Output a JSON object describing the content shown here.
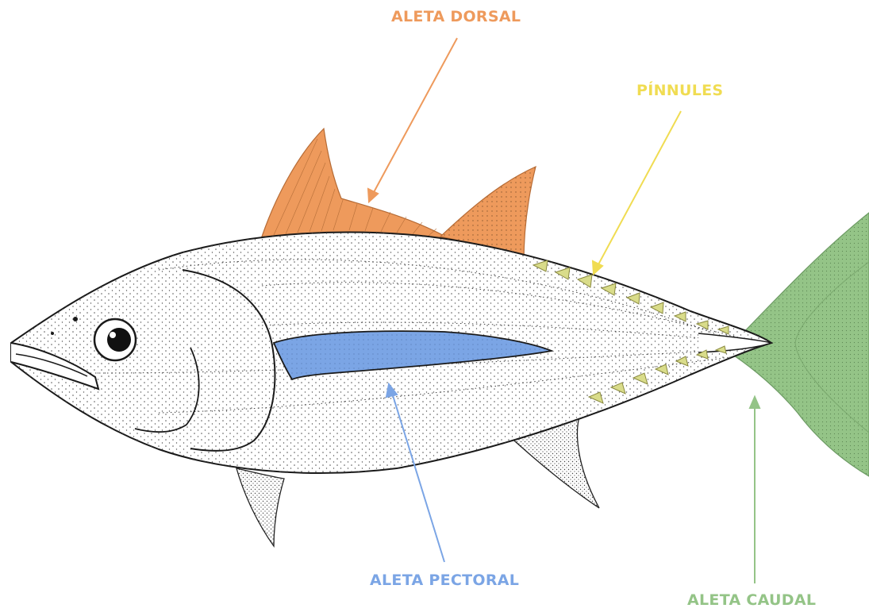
{
  "labels": {
    "dorsal": "ALETA DORSAL",
    "pinnules": "PÍNNULES",
    "pectoral": "ALETA PECTORAL",
    "caudal": "ALETA CAUDAL"
  },
  "colors": {
    "dorsal": "#EE9A5C",
    "pinnules": "#F0DC52",
    "pinnule_fill": "#D9DC8A",
    "pectoral": "#7BA5E5",
    "caudal": "#94C487",
    "outline": "#222222",
    "stipple": "#4a4a4a"
  }
}
